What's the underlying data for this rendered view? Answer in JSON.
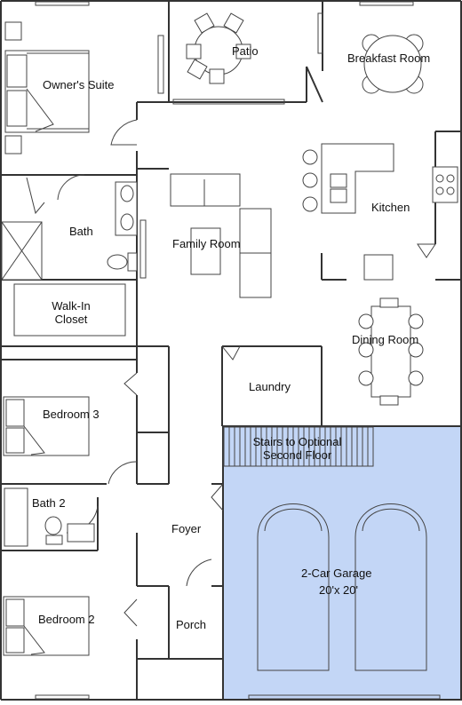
{
  "colors": {
    "wall": "#333333",
    "garage_fill": "#c3d6f6",
    "background": "#ffffff"
  },
  "rooms": {
    "owners_suite": "Owner's Suite",
    "patio": "Patio",
    "breakfast_room": "Breakfast Room",
    "kitchen": "Kitchen",
    "bath": "Bath",
    "family_room": "Family Room",
    "walk_in_closet": "Walk-In\nCloset",
    "dining_room": "Dining Room",
    "laundry": "Laundry",
    "bedroom_3": "Bedroom 3",
    "stairs": "Stairs to Optional\nSecond Floor",
    "bath_2": "Bath 2",
    "foyer": "Foyer",
    "garage_name": "2-Car Garage",
    "garage_size": "20'x 20'",
    "bedroom_2": "Bedroom 2",
    "porch": "Porch"
  }
}
